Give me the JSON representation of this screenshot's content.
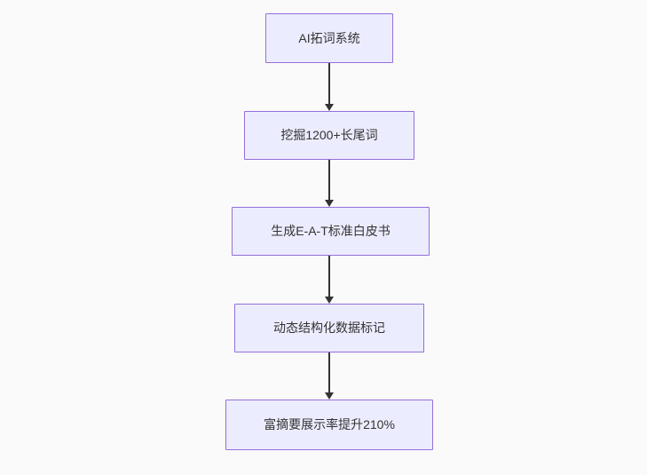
{
  "diagram": {
    "type": "flowchart",
    "direction": "top-down",
    "nodes": [
      {
        "id": "node-1",
        "label": "AI拓词系统"
      },
      {
        "id": "node-2",
        "label": "挖掘1200+长尾词"
      },
      {
        "id": "node-3",
        "label": "生成E-A-T标准白皮书"
      },
      {
        "id": "node-4",
        "label": "动态结构化数据标记"
      },
      {
        "id": "node-5",
        "label": "富摘要展示率提升210%"
      }
    ],
    "edges": [
      {
        "from": "AI拓词系统",
        "to": "挖掘1200+长尾词"
      },
      {
        "from": "挖掘1200+长尾词",
        "to": "生成E-A-T标准白皮书"
      },
      {
        "from": "生成E-A-T标准白皮书",
        "to": "动态结构化数据标记"
      },
      {
        "from": "动态结构化数据标记",
        "to": "富摘要展示率提升210%"
      }
    ],
    "colors": {
      "background": "#fafafa",
      "node_fill": "#ececff",
      "node_border": "#9370db",
      "node_text": "#333333",
      "arrow": "#333333"
    }
  }
}
